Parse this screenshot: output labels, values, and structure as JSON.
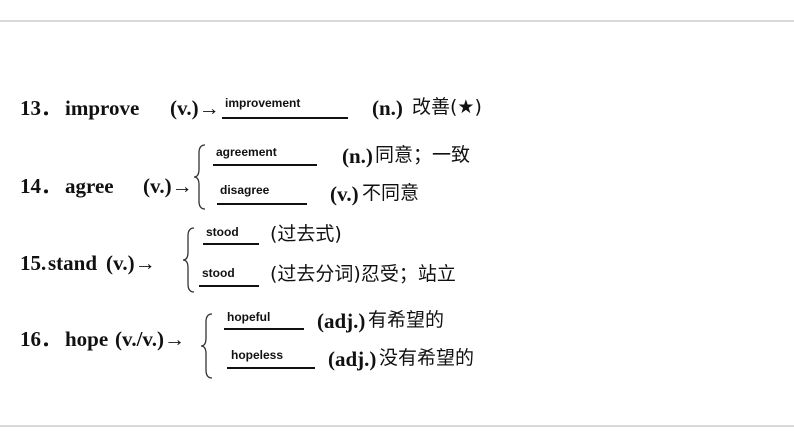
{
  "items": [
    {
      "number": "13．",
      "word": "improve",
      "pos": "(v.)→",
      "forms": [
        {
          "answer": "improvement",
          "pos": "(n.)",
          "meaning": "改善(★)"
        }
      ]
    },
    {
      "number": "14．",
      "word": "agree",
      "pos": "(v.)→",
      "forms": [
        {
          "answer": "agreement",
          "pos": "(n.)",
          "meaning": "同意；一致"
        },
        {
          "answer": "disagree",
          "pos": "(v.)",
          "meaning": "不同意"
        }
      ]
    },
    {
      "number": "15.",
      "word": "stand",
      "pos": "(v.)→",
      "forms": [
        {
          "answer": "stood",
          "meaning": "(过去式)"
        },
        {
          "answer": "stood",
          "meaning": "(过去分词)忍受；站立"
        }
      ]
    },
    {
      "number": "16．",
      "word": "hope",
      "pos": "(v./v.)→",
      "forms": [
        {
          "answer": "hopeful",
          "pos": "(adj.)",
          "meaning": "有希望的"
        },
        {
          "answer": "hopeless",
          "pos": "(adj.)",
          "meaning": "没有希望的"
        }
      ]
    }
  ]
}
